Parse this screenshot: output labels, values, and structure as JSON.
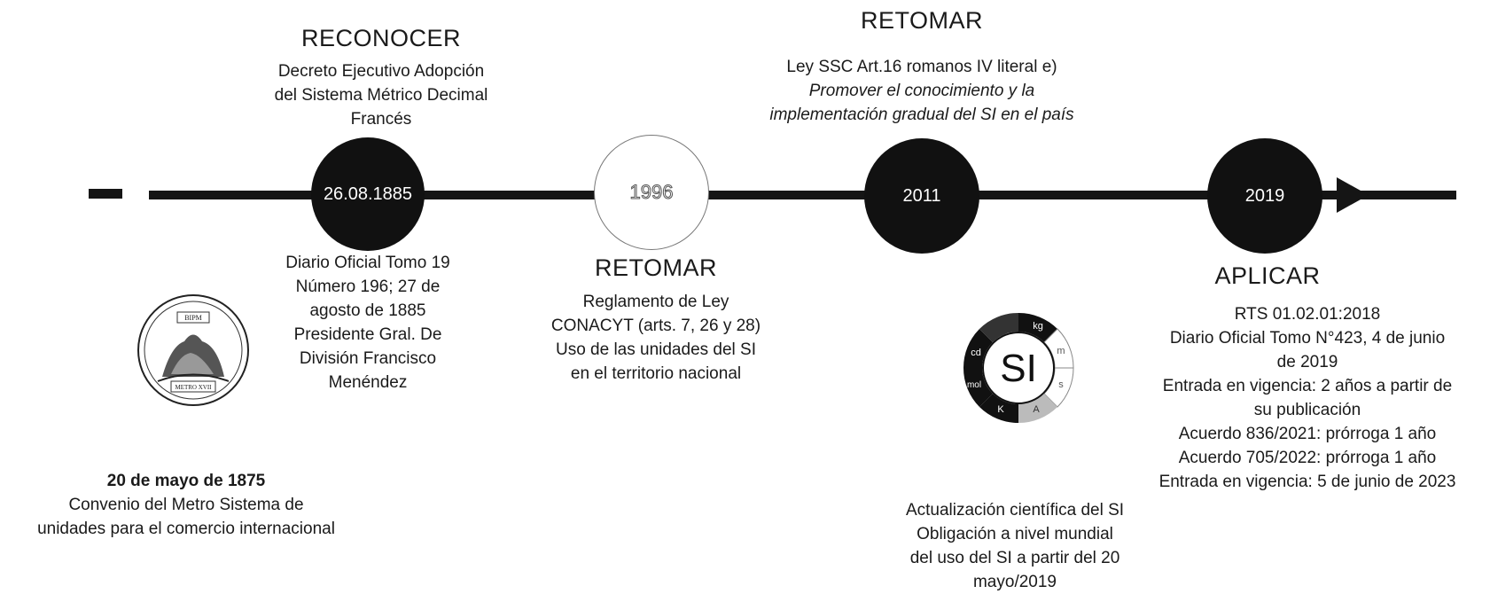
{
  "timeline": {
    "nodes": [
      {
        "label": "26.08.1885"
      },
      {
        "label": "1996"
      },
      {
        "label": "2011"
      },
      {
        "label": "2019"
      }
    ]
  },
  "events": {
    "bipm_1875": {
      "date": "20 de mayo de 1875",
      "lines": [
        "Convenio del Metro  Sistema de",
        "unidades para el comercio internacional"
      ],
      "seal_text_top": "BIPM",
      "seal_text_bottom": "METRO XVII"
    },
    "reconocer_1885": {
      "heading": "RECONOCER",
      "above_lines": [
        "Decreto Ejecutivo  Adopción",
        "del Sistema  Métrico Decimal",
        "Francés"
      ],
      "below_lines": [
        "Diario Oficial Tomo 19",
        "Número  196; 27 de",
        "agosto de 1885",
        "Presidente Gral. De",
        "División  Francisco",
        "Menéndez"
      ]
    },
    "retomar_1996": {
      "heading": "RETOMAR",
      "lines": [
        "Reglamento de Ley",
        "CONACYT (arts. 7, 26 y 28)",
        "Uso de las unidades del SI",
        "en el territorio nacional"
      ]
    },
    "retomar_2011": {
      "heading": "RETOMAR",
      "line1": "Ley SSC Art.16 romanos IV literal e)",
      "italic_lines": [
        "Promover el conocimiento y la",
        "implementación gradual del SI en el país"
      ]
    },
    "si_update": {
      "logo_text": "SI",
      "segments": [
        "kg",
        "m",
        "s",
        "A",
        "K",
        "mol",
        "cd"
      ],
      "lines": [
        "Actualización científica del SI",
        "Obligación a nivel mundial",
        "del uso  del SI a partir del 20",
        "mayo/2019"
      ]
    },
    "aplicar_2019": {
      "heading": "APLICAR",
      "lines": [
        "RTS 01.02.01:2018",
        "Diario Oficial Tomo N°423, 4 de  junio",
        "de 2019",
        "Entrada en vigencia: 2 años a partir  de",
        "su publicación",
        "Acuerdo 836/2021: prórroga 1 año",
        "Acuerdo 705/2022: prórroga 1 año",
        "Entrada en vigencia: 5 de junio de  2023"
      ]
    }
  },
  "colors": {
    "line": "#151515",
    "node_dark": "#111111",
    "text": "#1a1a1a"
  }
}
